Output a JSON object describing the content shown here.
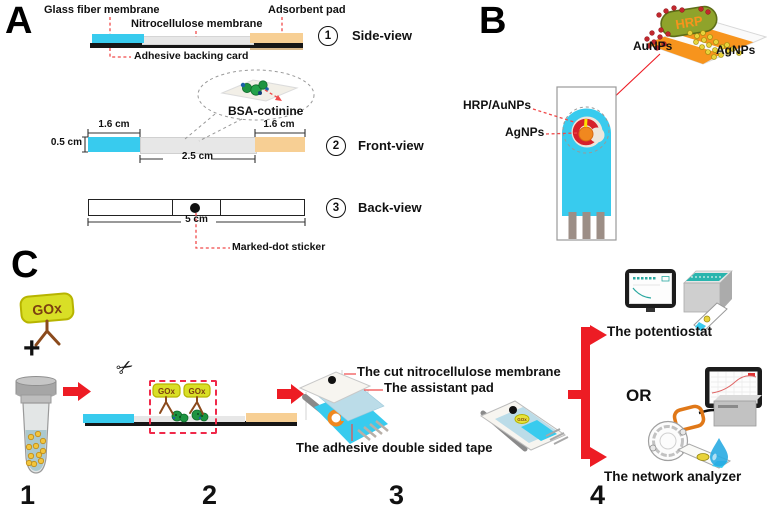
{
  "colors": {
    "cyan": "#38cbee",
    "pad_orange": "#f7cf94",
    "membrane_gray": "#e7e7e7",
    "backing_black": "#161616",
    "red": "#ed1c24",
    "dashed_red": "#f04a4a",
    "gox_yellow": "#d9df26",
    "gox_brown": "#7b3f10",
    "enzyme_green": "#1e9441",
    "ring_orange": "#f0881f",
    "capsule_green": "#8fa32b",
    "hrp_orange": "#f7941d",
    "aunp_red": "#c1272d",
    "agnp_yellow": "#e8d23a",
    "assistant_blue": "#bbdce8",
    "tape_gray": "#8a8a8a",
    "droplet_blue": "#29abe2"
  },
  "icons": {
    "scissors": "✂"
  },
  "panel_a": {
    "letter": "A",
    "label_glass_fiber": "Glass fiber membrane",
    "label_nitrocellulose": "Nitrocellulose membrane",
    "label_adsorbent": "Adsorbent pad",
    "label_adhesive": "Adhesive backing card",
    "label_bsa": "BSA-cotinine",
    "label_marked_dot": "Marked-dot sticker",
    "views": [
      {
        "num": "1",
        "name": "Side-view"
      },
      {
        "num": "2",
        "name": "Front-view"
      },
      {
        "num": "3",
        "name": "Back-view"
      }
    ],
    "dims": {
      "glass_pad_w": "1.6 cm",
      "adsorbent_w": "1.6 cm",
      "strip_h": "0.5 cm",
      "membrane_w": "2.5 cm",
      "strip_len": "5 cm"
    }
  },
  "panel_b": {
    "letter": "B",
    "label_hrp": "HRP",
    "label_aunps": "AuNPs",
    "label_agnps": "AgNPs",
    "label_hrp_aunps": "HRP/AuNPs",
    "label_agnps_electrode": "AgNPs"
  },
  "panel_c": {
    "letter": "C",
    "label_gox": "GOx",
    "plus": "+",
    "step_numbers": [
      "1",
      "2",
      "3",
      "4"
    ],
    "label_cut_membrane": "The cut nitrocellulose membrane",
    "label_assistant_pad": "The assistant pad",
    "label_tape": "The adhesive double sided tape",
    "label_potentiostat": "The potentiostat",
    "label_or": "OR",
    "label_network_analyzer": "The network analyzer"
  }
}
